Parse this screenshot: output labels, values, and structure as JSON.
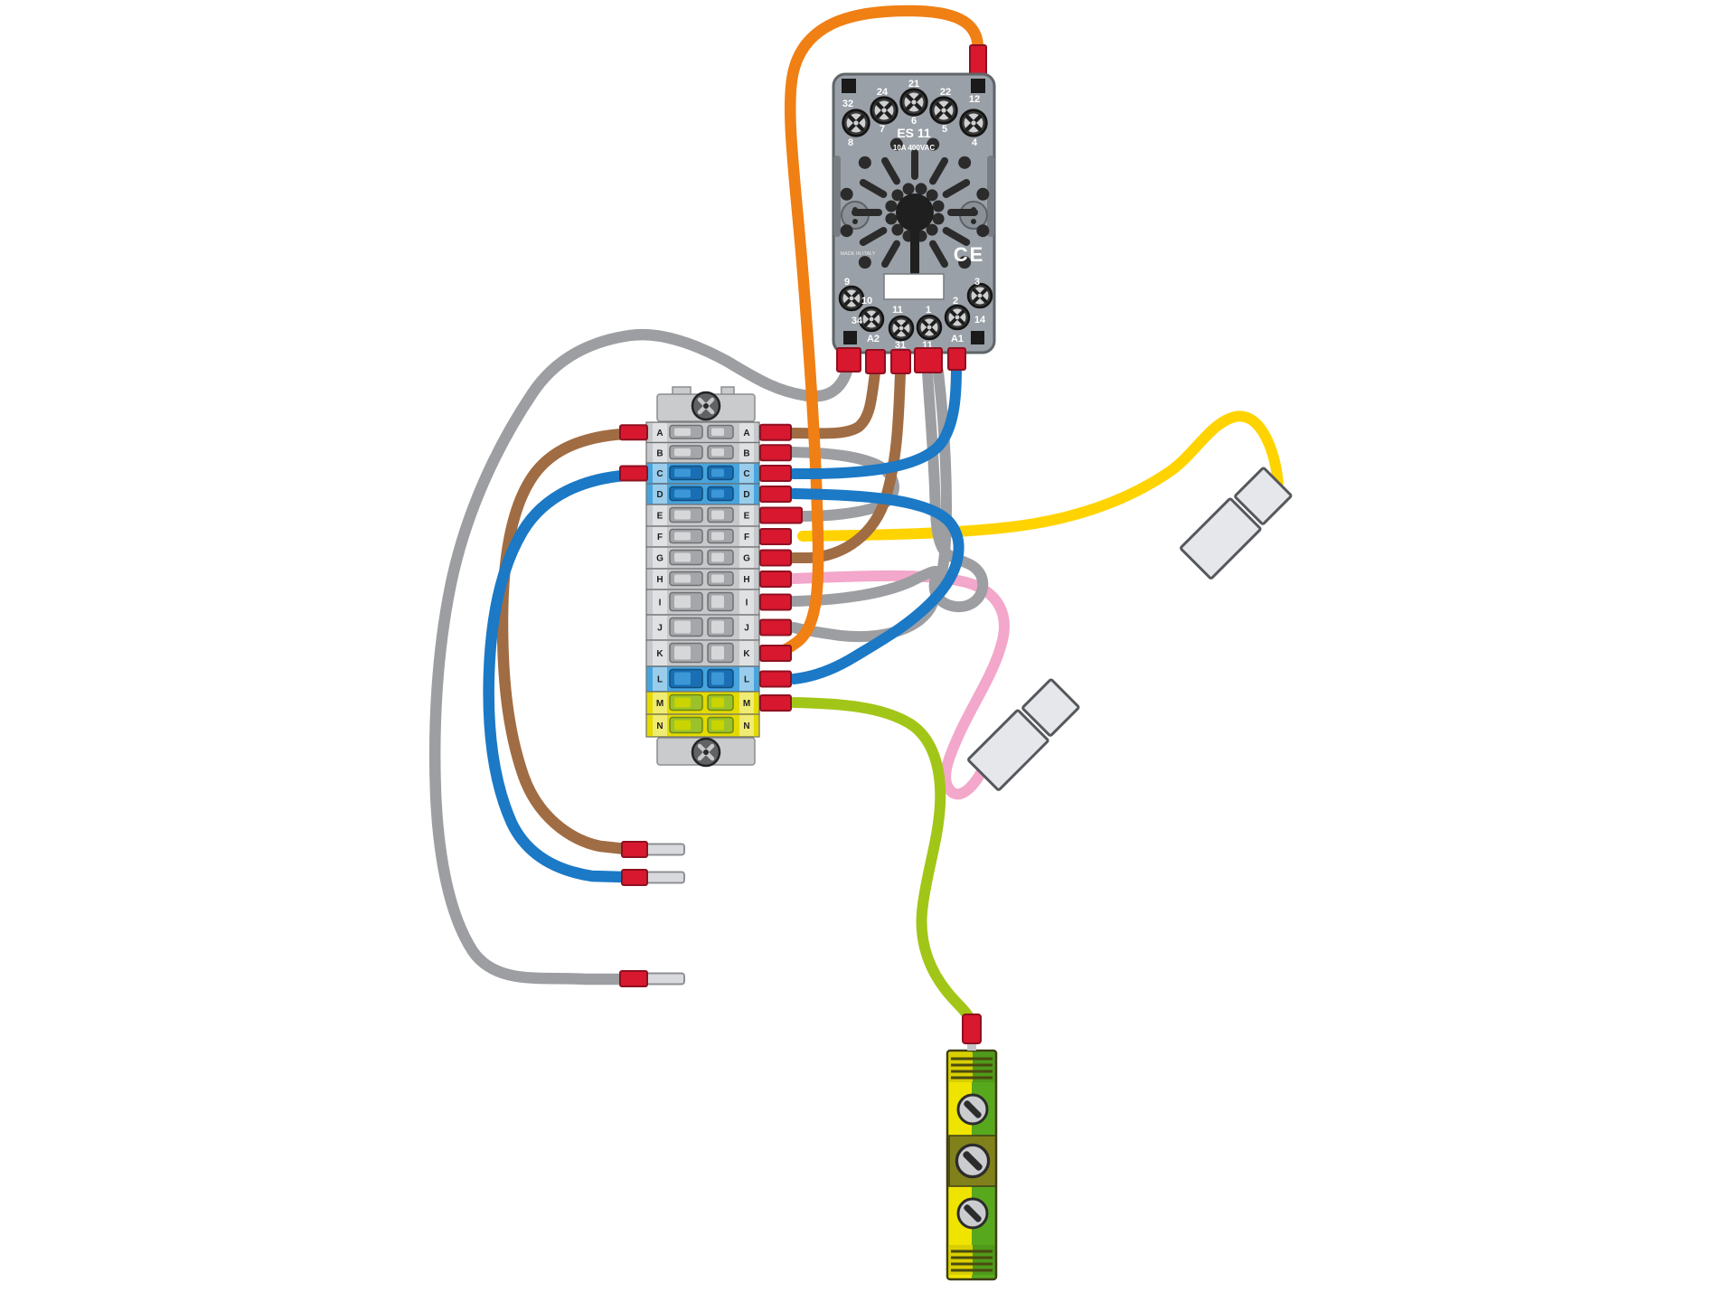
{
  "socket": {
    "model": "ES 11",
    "rating": "10A 400VAC",
    "origin": "MADE IN ITALY",
    "ce_mark": "CE",
    "top_pins": [
      {
        "num": "32",
        "sub": "8"
      },
      {
        "num": "24",
        "sub": "7"
      },
      {
        "num": "21",
        "sub": "6"
      },
      {
        "num": "22",
        "sub": "5"
      },
      {
        "num": "12",
        "sub": "4"
      }
    ],
    "bottom_pins": [
      {
        "num": "9",
        "sub": "34"
      },
      {
        "num": "10",
        "sub": "A2"
      },
      {
        "num": "11",
        "sub": "31"
      },
      {
        "num": "1",
        "sub": "11"
      },
      {
        "num": "2",
        "sub": "A1"
      },
      {
        "num": "3",
        "sub": "14"
      }
    ]
  },
  "terminal_block": {
    "rows": [
      {
        "label": "A",
        "module": "gray",
        "right_ferrule": true,
        "left_ferrule": true
      },
      {
        "label": "B",
        "module": "gray",
        "right_ferrule": true
      },
      {
        "label": "C",
        "module": "blue",
        "right_ferrule": true,
        "left_ferrule": true
      },
      {
        "label": "D",
        "module": "blue",
        "right_ferrule": true
      },
      {
        "label": "E",
        "module": "gray",
        "right_ferrule": true,
        "long_ferrule": true
      },
      {
        "label": "F",
        "module": "gray",
        "right_ferrule": true
      },
      {
        "label": "G",
        "module": "gray",
        "right_ferrule": true
      },
      {
        "label": "H",
        "module": "gray",
        "right_ferrule": true
      },
      {
        "label": "I",
        "module": "gray",
        "right_ferrule": true
      },
      {
        "label": "J",
        "module": "gray",
        "right_ferrule": true
      },
      {
        "label": "K",
        "module": "gray",
        "right_ferrule": true
      },
      {
        "label": "L",
        "module": "blue",
        "right_ferrule": true
      },
      {
        "label": "M",
        "module": "earth",
        "right_ferrule": true
      },
      {
        "label": "N",
        "module": "earth"
      }
    ]
  },
  "wires": [
    {
      "name": "orange-wire",
      "color": "#F07F14",
      "from": "socket top terminal",
      "to": "terminal row K"
    },
    {
      "name": "gray-main-wire",
      "color": "#9C9EA1",
      "from": "socket pin 9 side",
      "to": "free end bottom-left"
    },
    {
      "name": "brown-wire-a",
      "color": "#A06C43",
      "from": "socket A2 side",
      "to": "terminal row A"
    },
    {
      "name": "brown-wire-g",
      "color": "#A06C43",
      "from": "socket 31 side",
      "to": "terminal row G"
    },
    {
      "name": "gray-wire-i",
      "color": "#9C9EA1",
      "from": "socket 11 side",
      "to": "terminal row I"
    },
    {
      "name": "gray-wire-j",
      "color": "#9C9EA1",
      "from": "socket 11 side",
      "to": "terminal row J"
    },
    {
      "name": "gray-jumper-b-e",
      "color": "#9C9EA1",
      "from": "terminal row B",
      "to": "terminal row E"
    },
    {
      "name": "blue-wire-c",
      "color": "#1B79C6",
      "from": "socket A1 side",
      "to": "terminal row C"
    },
    {
      "name": "blue-jumper-d-l",
      "color": "#1B79C6",
      "from": "terminal row D",
      "to": "terminal row L"
    },
    {
      "name": "brown-left-wire",
      "color": "#A06C43",
      "from": "terminal row A left",
      "to": "free end"
    },
    {
      "name": "blue-left-wire",
      "color": "#1B79C6",
      "from": "terminal row C left",
      "to": "free end"
    },
    {
      "name": "yellow-wire",
      "color": "#FFD300",
      "from": "terminal row F",
      "to": "inline connector"
    },
    {
      "name": "pink-wire",
      "color": "#F3A7CA",
      "from": "terminal row H",
      "to": "inline connector"
    },
    {
      "name": "green-yellow-wire",
      "color": "#A2C617",
      "from": "terminal row M",
      "to": "earth terminal"
    }
  ],
  "colors": {
    "ferrule_red": "#D7182F",
    "ferrule_red_dark": "#8F1020",
    "metal_tip": "#D9DADE",
    "socket_gray": "#9AA0A7",
    "block_gray": "#C6C8CB",
    "block_blue": "#48A4DD",
    "block_earth_yellow": "#E4DA00",
    "earth_block_yellow": "#EFE400",
    "earth_block_green": "#58A81E",
    "connector_body": "#E6E7EB"
  }
}
